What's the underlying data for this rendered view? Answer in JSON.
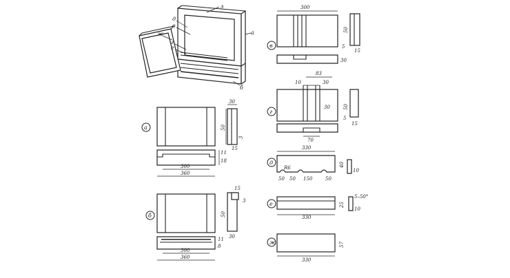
{
  "figure": {
    "callouts": {
      "z": "з",
      "d": "д",
      "v": "в",
      "a": "а",
      "b": "б",
      "g": "г",
      "e": "е",
      "zh": "ж"
    },
    "panel_labels": {
      "a": "а",
      "b": "б",
      "c": "в",
      "d": "г",
      "e": "д",
      "f": "е",
      "g": "ж"
    },
    "dims": {
      "a_top_h": "30",
      "a_side": "50",
      "a_side_w": "3",
      "a_small1": "11",
      "a_small2": "15",
      "a_small3": "18",
      "a_inner": "300",
      "a_outer": "360",
      "b_top": "15",
      "b_top2": "3",
      "b_side": "50",
      "b_bot": "30",
      "b_small": "11",
      "b_small2": "8",
      "b_inner": "300",
      "b_outer": "360",
      "v_top": "300",
      "v_side": "50",
      "v_s1": "5",
      "v_s2": "15",
      "v_s3": "30",
      "g_83": "83",
      "g_10": "10",
      "g_30a": "30",
      "g_30b": "30",
      "g_50": "50",
      "g_5": "5",
      "g_15": "15",
      "g_70": "70",
      "d_330": "330",
      "d_40": "40",
      "d_10": "10",
      "d_50a": "50",
      "d_50b": "50",
      "d_150": "150",
      "d_50c": "50",
      "d_r6": "R6",
      "e_25": "25",
      "e_330": "330",
      "e_10": "10",
      "e_angle": "5–50°",
      "zh_57": "57",
      "zh_330": "330"
    }
  }
}
